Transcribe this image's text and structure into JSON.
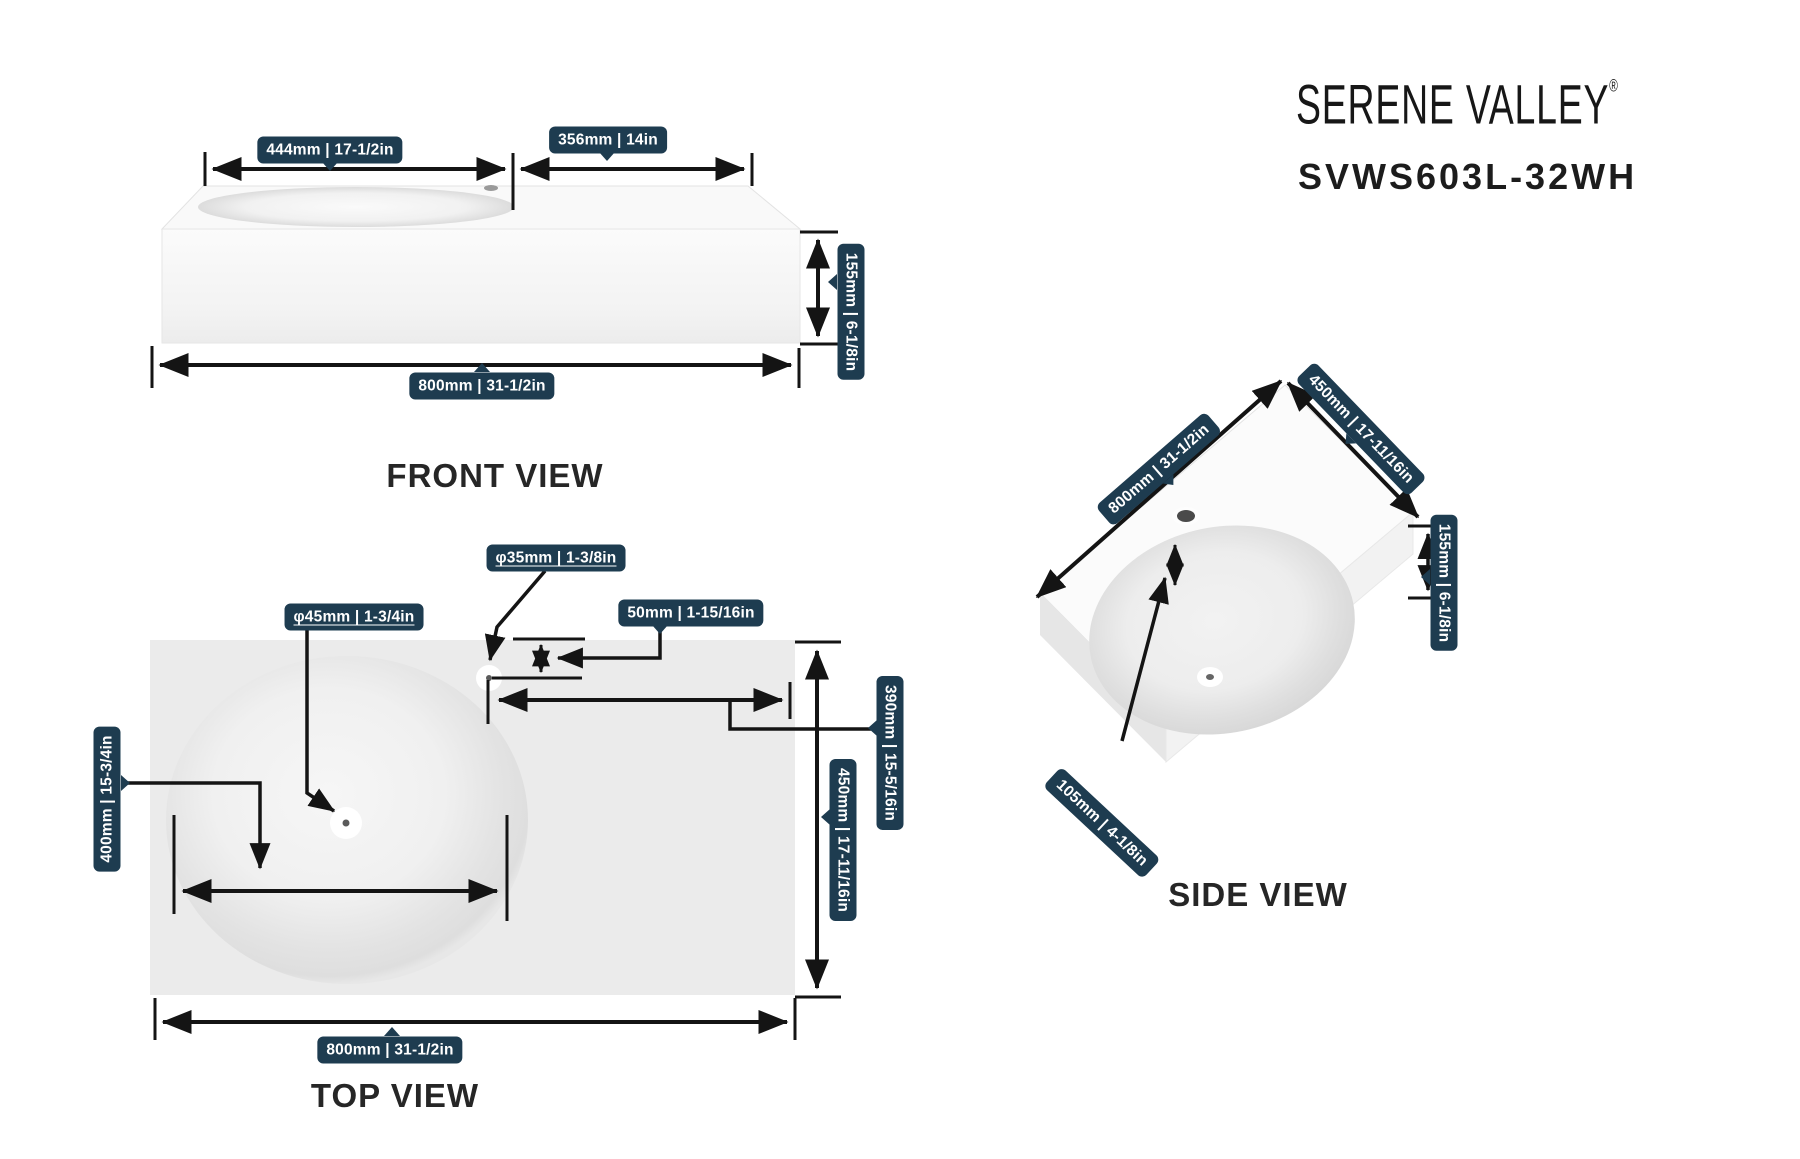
{
  "brand": {
    "logo_text": "SERENE VALLEY",
    "registered_mark": "®",
    "model_number": "SVWS603L-32WH"
  },
  "views": {
    "front": {
      "title": "FRONT VIEW",
      "basin_width": "444mm | 17-1/2in",
      "counter_width": "356mm | 14in",
      "height": "155mm | 6-1/8in",
      "total_width": "800mm | 31-1/2in"
    },
    "top": {
      "title": "TOP VIEW",
      "drain_diameter": "φ45mm | 1-3/4in",
      "faucet_diameter": "φ35mm | 1-3/8in",
      "faucet_edge_offset": "50mm | 1-15/16in",
      "faucet_to_right_edge": "390mm | 15-5/16in",
      "depth": "450mm | 17-11/16in",
      "basin_width": "400mm | 15-3/4in",
      "total_width": "800mm | 31-1/2in"
    },
    "side": {
      "title": "SIDE VIEW",
      "length": "800mm | 31-1/2in",
      "width": "450mm | 17-11/16in",
      "height": "155mm | 6-1/8in",
      "basin_depth": "105mm | 4-1/8in"
    }
  },
  "colors": {
    "badge_background": "#1e3c50",
    "badge_text": "#ffffff",
    "dimension_line": "#141414",
    "title_text": "#262626"
  }
}
